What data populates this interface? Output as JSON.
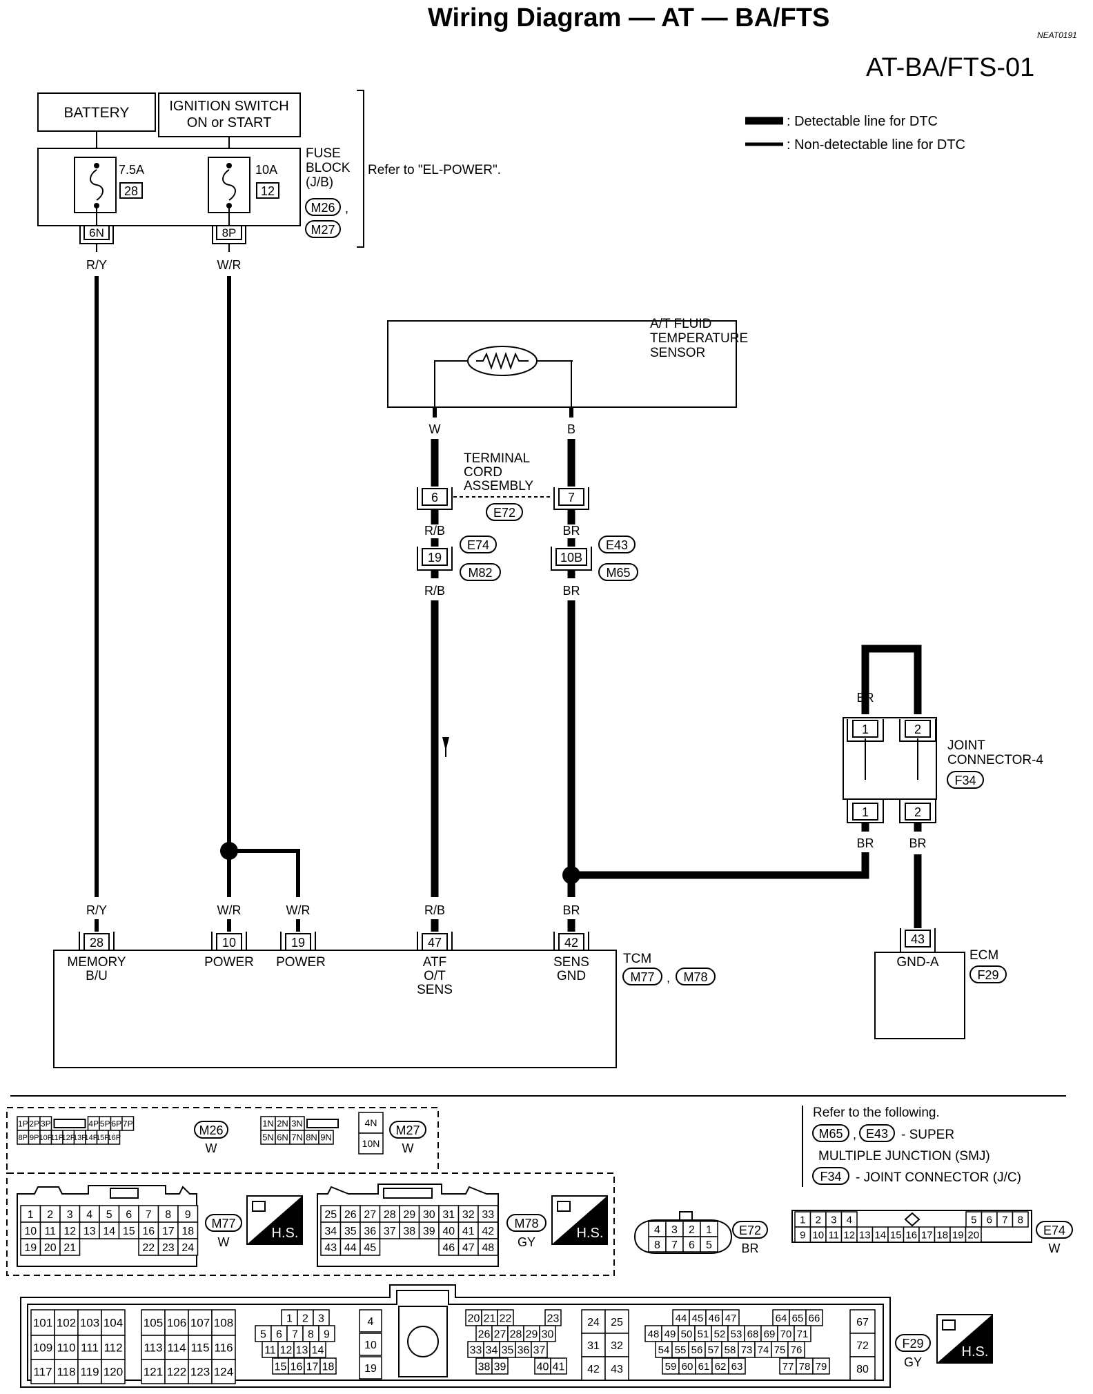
{
  "header": {
    "title": "Wiring Diagram — AT — BA/FTS",
    "code": "NEAT0191",
    "page_id": "AT-BA/FTS-01"
  },
  "legend": {
    "detectable": ": Detectable line for DTC",
    "non_detectable": ": Non-detectable line for DTC"
  },
  "power": {
    "battery": "BATTERY",
    "ignition_line1": "IGNITION SWITCH",
    "ignition_line2": "ON or START",
    "fuse_block_1": "FUSE",
    "fuse_block_2": "BLOCK",
    "fuse_block_3": "(J/B)",
    "fuse_block_conn1": "M26",
    "fuse_block_conn2": "M27",
    "refer": "Refer to \"EL-POWER\".",
    "fuse1_amp": "7.5A",
    "fuse1_num": "28",
    "fuse2_amp": "10A",
    "fuse2_num": "12",
    "pin1": "6N",
    "pin2": "8P",
    "wire1": "R/Y",
    "wire2": "W/R"
  },
  "sensor": {
    "name1": "A/T FLUID",
    "name2": "TEMPERATURE",
    "name3": "SENSOR",
    "wire_left": "W",
    "wire_right": "B",
    "tca1": "TERMINAL",
    "tca2": "CORD",
    "tca3": "ASSEMBLY",
    "pin6": "6",
    "pin7": "7",
    "conn_e72": "E72",
    "rb1": "R/B",
    "br1": "BR",
    "pin19": "19",
    "pin10b": "10B",
    "conn_e74": "E74",
    "conn_m82": "M82",
    "conn_e43": "E43",
    "conn_m65": "M65",
    "rb2": "R/B",
    "br2": "BR"
  },
  "joint": {
    "name1": "JOINT",
    "name2": "CONNECTOR-4",
    "conn": "F34",
    "br_top": "BR",
    "pin1_top": "1",
    "pin2_top": "2",
    "pin1_bot": "1",
    "pin2_bot": "2",
    "br_bl": "BR",
    "br_br": "BR"
  },
  "tcm": {
    "name": "TCM",
    "conn1": "M77",
    "conn2": "M78",
    "w1": "R/Y",
    "w2": "W/R",
    "w3": "W/R",
    "w4": "R/B",
    "w5": "BR",
    "p1": "28",
    "p2": "10",
    "p3": "19",
    "p4": "47",
    "p5": "42",
    "l1a": "MEMORY",
    "l1b": "B/U",
    "l2": "POWER",
    "l3": "POWER",
    "l4a": "ATF",
    "l4b": "O/T",
    "l4c": "SENS",
    "l5a": "SENS",
    "l5b": "GND"
  },
  "ecm": {
    "name": "ECM",
    "conn": "F29",
    "pin": "43",
    "label": "GND-A"
  },
  "connectors": {
    "m26": {
      "id": "M26",
      "color": "W",
      "row1": [
        "1P",
        "2P",
        "3P",
        "4P",
        "5P",
        "6P",
        "7P"
      ],
      "row2": [
        "8P",
        "9P",
        "10P",
        "11P",
        "12P",
        "13P",
        "14P",
        "15P",
        "16P"
      ]
    },
    "m27": {
      "id": "M27",
      "color": "W",
      "row1": [
        "1N",
        "2N",
        "3N",
        "4N"
      ],
      "row2": [
        "5N",
        "6N",
        "7N",
        "8N",
        "9N",
        "10N"
      ]
    },
    "m77": {
      "id": "M77",
      "color": "W",
      "row1": [
        "1",
        "2",
        "3",
        "4",
        "5",
        "6",
        "7",
        "8",
        "9"
      ],
      "row2": [
        "10",
        "11",
        "12",
        "13",
        "14",
        "15",
        "16",
        "17",
        "18"
      ],
      "row3": [
        "19",
        "20",
        "21",
        "22",
        "23",
        "24"
      ]
    },
    "m78": {
      "id": "M78",
      "color": "GY",
      "row1": [
        "25",
        "26",
        "27",
        "28",
        "29",
        "30",
        "31",
        "32",
        "33"
      ],
      "row2": [
        "34",
        "35",
        "36",
        "37",
        "38",
        "39",
        "40",
        "41",
        "42"
      ],
      "row3": [
        "43",
        "44",
        "45",
        "46",
        "47",
        "48"
      ]
    },
    "e72": {
      "id": "E72",
      "color": "BR",
      "row1": [
        "4",
        "3",
        "2",
        "1"
      ],
      "row2": [
        "8",
        "7",
        "6",
        "5"
      ]
    },
    "e74": {
      "id": "E74",
      "color": "W",
      "row1": [
        "1",
        "2",
        "3",
        "4",
        "5",
        "6",
        "7",
        "8"
      ],
      "row2": [
        "9",
        "10",
        "11",
        "12",
        "13",
        "14",
        "15",
        "16",
        "17",
        "18",
        "19",
        "20"
      ]
    },
    "f29": {
      "id": "F29",
      "color": "GY"
    },
    "hs": "H.S.",
    "refer_title": "Refer to the following.",
    "refer_smj_a": "M65",
    "refer_smj_b": "E43",
    "refer_smj_1": "- SUPER",
    "refer_smj_2": "MULTIPLE JUNCTION (SMJ)",
    "refer_jc_a": "F34",
    "refer_jc": "- JOINT CONNECTOR (J/C)"
  },
  "f29_blocks": {
    "b1": [
      [
        "101",
        "102",
        "103",
        "104"
      ],
      [
        "109",
        "110",
        "111",
        "112"
      ],
      [
        "117",
        "118",
        "119",
        "120"
      ]
    ],
    "b2": [
      [
        "105",
        "106",
        "107",
        "108"
      ],
      [
        "113",
        "114",
        "115",
        "116"
      ],
      [
        "121",
        "122",
        "123",
        "124"
      ]
    ],
    "b3": [
      [
        "1",
        "2",
        "3"
      ],
      [
        "5",
        "6",
        "7",
        "8",
        "9"
      ],
      [
        "11",
        "12",
        "13",
        "14"
      ],
      [
        "15",
        "16",
        "17",
        "18"
      ]
    ],
    "b4": [
      [
        "4"
      ],
      [
        "10"
      ],
      [
        "19"
      ]
    ],
    "b5": [
      [
        "20",
        "21",
        "22",
        "23"
      ],
      [
        "26",
        "27",
        "28",
        "29",
        "30"
      ],
      [
        "33",
        "34",
        "35",
        "36",
        "37"
      ],
      [
        "38",
        "39",
        "40",
        "41"
      ]
    ],
    "b6": [
      [
        "24",
        "25"
      ],
      [
        "31",
        "32"
      ],
      [
        "42",
        "43"
      ]
    ],
    "b7": [
      [
        "44",
        "45",
        "46",
        "47",
        "64",
        "65",
        "66"
      ],
      [
        "48",
        "49",
        "50",
        "51",
        "52",
        "53",
        "68",
        "69",
        "70",
        "71"
      ],
      [
        "54",
        "55",
        "56",
        "57",
        "58",
        "73",
        "74",
        "75",
        "76"
      ],
      [
        "59",
        "60",
        "61",
        "62",
        "63",
        "77",
        "78",
        "79"
      ]
    ],
    "b8": [
      [
        "67"
      ],
      [
        "72"
      ],
      [
        "80"
      ]
    ]
  }
}
